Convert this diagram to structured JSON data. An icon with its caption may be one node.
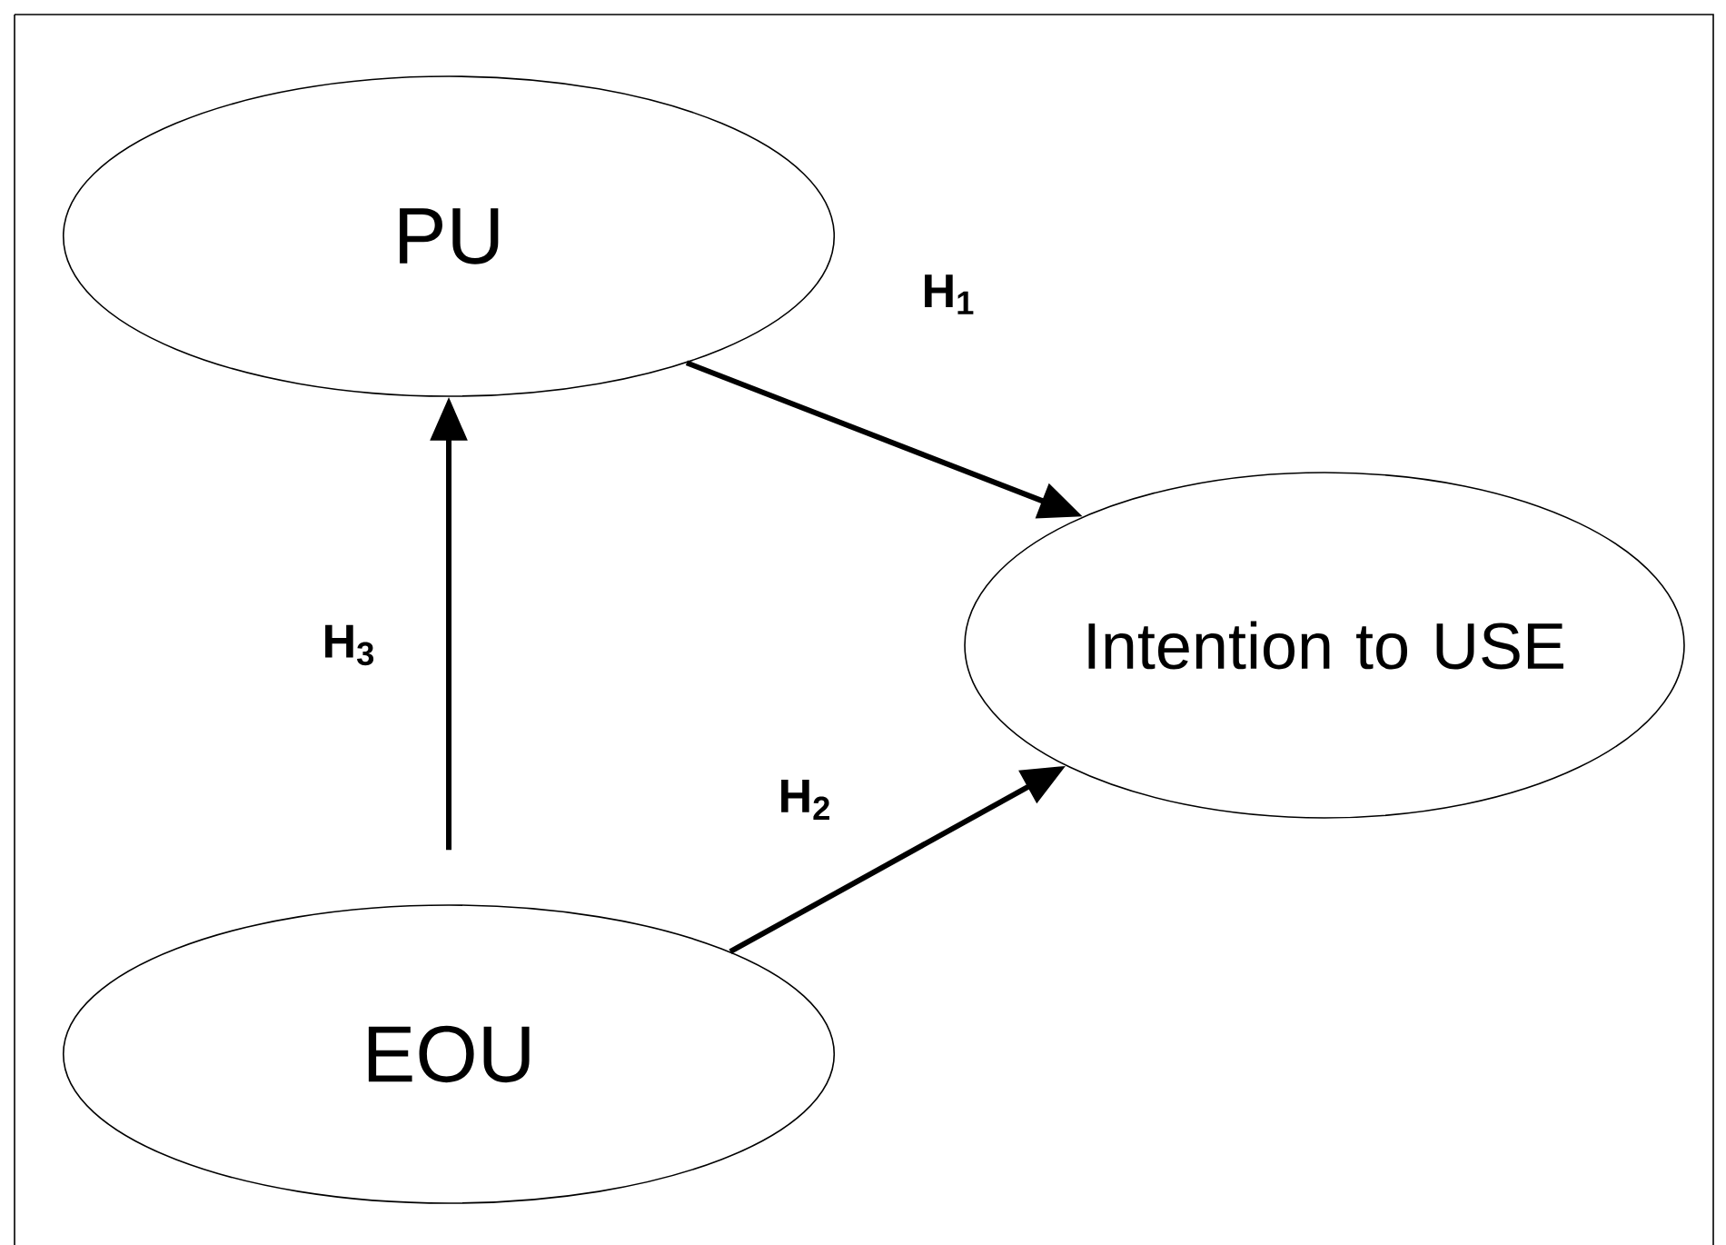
{
  "diagram": {
    "nodes": [
      {
        "text": [
          "PU"
        ]
      },
      {
        "text": [
          "Intention to USE"
        ]
      },
      {
        "text": [
          "EOU"
        ]
      }
    ],
    "edges": [
      {
        "from": 0,
        "to": 1,
        "arrow": "to",
        "label": "H$_{1}$"
      },
      {
        "from": 2,
        "to": 1,
        "arrow": "to",
        "label": "H$_{2}$"
      },
      {
        "from": 2,
        "to": 0,
        "arrow": "to",
        "label": "H$_{3}$"
      }
    ]
  }
}
